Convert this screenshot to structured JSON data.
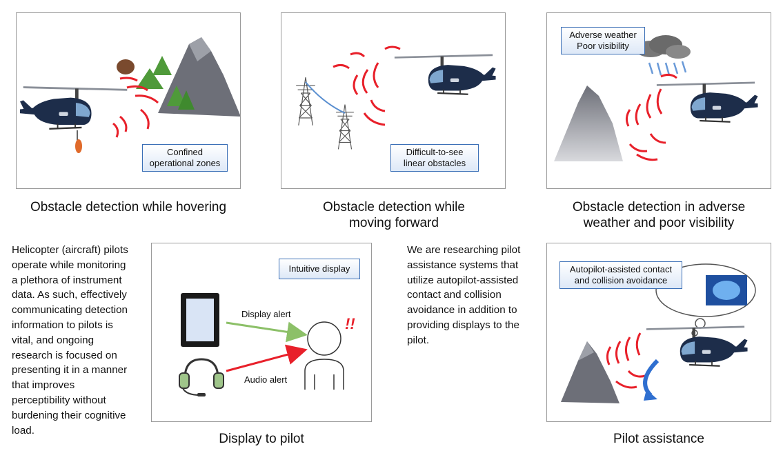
{
  "panels": {
    "hovering": {
      "tag_line1": "Confined",
      "tag_line2": "operational zones",
      "caption": "Obstacle detection while hovering"
    },
    "forward": {
      "tag_line1": "Difficult-to-see",
      "tag_line2": "linear obstacles",
      "caption_line1": "Obstacle detection while",
      "caption_line2": "moving forward"
    },
    "weather": {
      "tag_line1": "Adverse weather",
      "tag_line2": "Poor visibility",
      "caption_line1": "Obstacle detection in adverse",
      "caption_line2": "weather and poor visibility"
    },
    "display": {
      "tag": "Intuitive display",
      "display_alert": "Display alert",
      "audio_alert": "Audio alert",
      "exclaim": "!!",
      "caption": "Display to pilot"
    },
    "assist": {
      "tag_line1": "Autopilot-assisted contact",
      "tag_line2": "and collision avoidance",
      "caption": "Pilot assistance"
    }
  },
  "text_left": [
    "Helicopter (aircraft) pilots",
    "operate while monitoring",
    "a plethora of instrument",
    "data. As such, effectively",
    "communicating detection",
    "information to pilots is",
    "vital, and ongoing",
    "research is focused on",
    "presenting it in a manner",
    "that improves",
    "perceptibility without",
    "burdening their cognitive",
    "load."
  ],
  "text_middle": [
    "We are researching pilot",
    "assistance systems that",
    "utilize autopilot-assisted",
    "contact and collision",
    "avoidance in addition to",
    "providing displays to the",
    "pilot."
  ],
  "colors": {
    "tag_border": "#3b6fb6",
    "radar": "#e8202a",
    "helicopter": "#1d2d4a",
    "mountain": "#6d6f78",
    "display_arrow": "#8cc068",
    "audio_arrow": "#e8202a",
    "turn_arrow": "#2f6fd0"
  }
}
